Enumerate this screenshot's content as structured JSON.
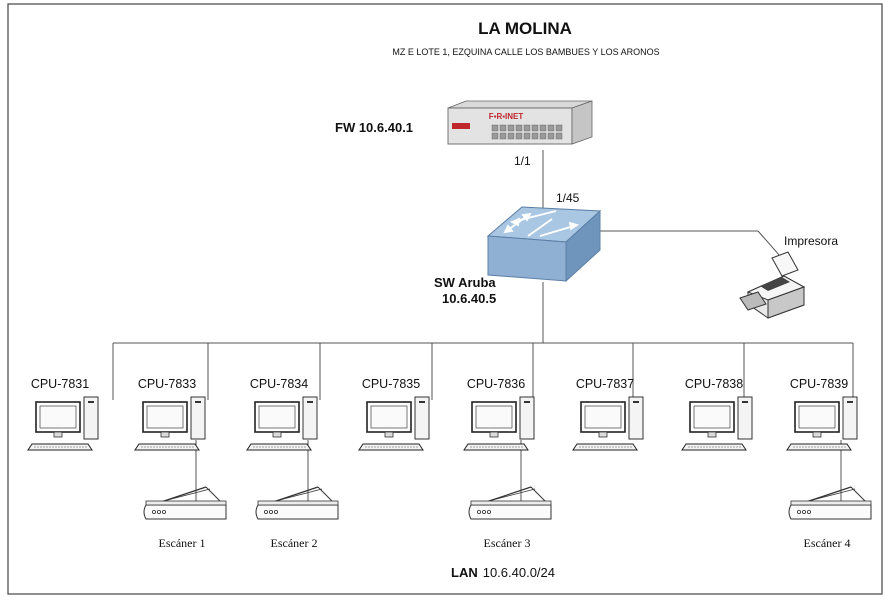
{
  "title": "LA MOLINA",
  "subtitle": "MZ E LOTE 1, EZQUINA CALLE LOS BAMBUES Y LOS ARONOS",
  "firewall": {
    "label": "FW 10.6.40.1",
    "brand": "F▪R▪INET",
    "port": "1/1"
  },
  "switch": {
    "name": "SW Aruba",
    "ip": "10.6.40.5",
    "port": "1/45"
  },
  "printer": {
    "label": "Impresora"
  },
  "cpus": [
    "CPU-7831",
    "CPU-7833",
    "CPU-7834",
    "CPU-7835",
    "CPU-7836",
    "CPU-7837",
    "CPU-7838",
    "CPU-7839"
  ],
  "scanners": [
    {
      "label": "Escáner 1",
      "cpu_index": 1
    },
    {
      "label": "Escáner 2",
      "cpu_index": 2
    },
    {
      "label": "Escáner 3",
      "cpu_index": 4
    },
    {
      "label": "Escáner 4",
      "cpu_index": 7
    }
  ],
  "lan": {
    "prefix": "LAN",
    "network": "10.6.40.0/24"
  },
  "colors": {
    "line": "#555555",
    "switch_top": "#a9c6e2",
    "switch_side": "#6f95bd",
    "firewall_red": "#c0272d",
    "frame": "#444444"
  }
}
